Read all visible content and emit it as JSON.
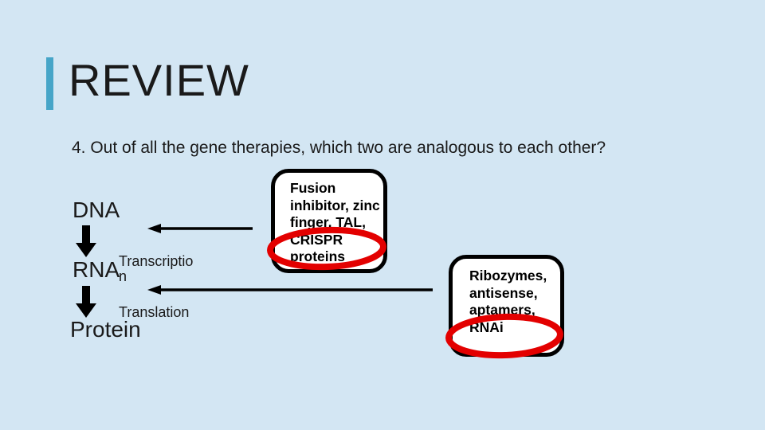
{
  "slide": {
    "title": "REVIEW",
    "question": "4. Out of all the gene therapies, which two are analogous to each other?"
  },
  "diagram": {
    "dna_label": "DNA",
    "rna_label": "RNA",
    "protein_label": "Protein",
    "transcription_label": "Transcriptio\nn",
    "translation_label": "Translation"
  },
  "callouts": {
    "dna_therapies_text": "Fusion\ninhibitor, zinc\nfinger, TAL,\nCRISPR\nproteins",
    "rna_therapies_text": "Ribozymes,\nantisense,\naptamers,\nRNAi"
  },
  "colors": {
    "background": "#d3e6f3",
    "accent_bar": "#46a5c8",
    "text": "#1a1a1a",
    "arrow": "#000000",
    "box_border": "#000000",
    "box_fill": "#ffffff",
    "highlight_circle": "#e30000"
  }
}
